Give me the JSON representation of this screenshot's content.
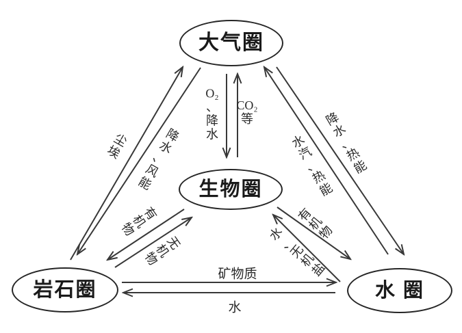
{
  "diagram": {
    "type": "sphere-interaction-diagram",
    "colors": {
      "line": "#383838",
      "node_border": "#262626",
      "text": "#2a2a2a",
      "background": "#ffffff"
    },
    "nodes": {
      "atmosphere": {
        "label": "大气圈"
      },
      "biosphere": {
        "label": "生物圈"
      },
      "lithosphere": {
        "label": "岩石圈"
      },
      "hydrosphere": {
        "label": "水 圈"
      }
    },
    "edges": [
      {
        "id": "dust",
        "from": "lithosphere",
        "to": "atmosphere",
        "label": "尘埃",
        "chars": [
          "尘",
          "埃"
        ]
      },
      {
        "id": "precip-wind",
        "from": "atmosphere",
        "to": "lithosphere",
        "label": "降水、风能",
        "chars": [
          "降",
          "水",
          "、",
          "风",
          "能"
        ]
      },
      {
        "id": "o2-precip",
        "from": "atmosphere",
        "to": "biosphere",
        "label": "O₂、降水",
        "chars": [
          "O₂",
          "、",
          "降",
          "水"
        ]
      },
      {
        "id": "co2",
        "from": "biosphere",
        "to": "atmosphere",
        "label": "CO₂等",
        "chars": [
          "CO₂",
          "等"
        ]
      },
      {
        "id": "vapor-heat",
        "from": "hydrosphere",
        "to": "atmosphere",
        "label": "水汽、热能",
        "chars": [
          "水",
          "汽",
          "、",
          "热",
          "能"
        ]
      },
      {
        "id": "precip-heat",
        "from": "atmosphere",
        "to": "hydrosphere",
        "label": "降水、热能",
        "chars": [
          "降",
          "水",
          "、",
          "热",
          "能"
        ]
      },
      {
        "id": "organic-to-lithosphere",
        "from": "biosphere",
        "to": "lithosphere",
        "label": "有机物",
        "chars": [
          "有",
          "机",
          "物"
        ]
      },
      {
        "id": "inorganic-to-biosphere",
        "from": "lithosphere",
        "to": "biosphere",
        "label": "无机物",
        "chars": [
          "无",
          "机",
          "物"
        ]
      },
      {
        "id": "organic-to-hydrosphere",
        "from": "biosphere",
        "to": "hydrosphere",
        "label": "有机物",
        "chars": [
          "有",
          "机",
          "物"
        ]
      },
      {
        "id": "water-salts",
        "from": "hydrosphere",
        "to": "biosphere",
        "label": "水、无机盐",
        "chars": [
          "水",
          "、",
          "无",
          "机",
          "盐"
        ]
      },
      {
        "id": "minerals",
        "from": "lithosphere",
        "to": "hydrosphere",
        "label": "矿物质"
      },
      {
        "id": "water",
        "from": "hydrosphere",
        "to": "lithosphere",
        "label": "水"
      }
    ]
  }
}
